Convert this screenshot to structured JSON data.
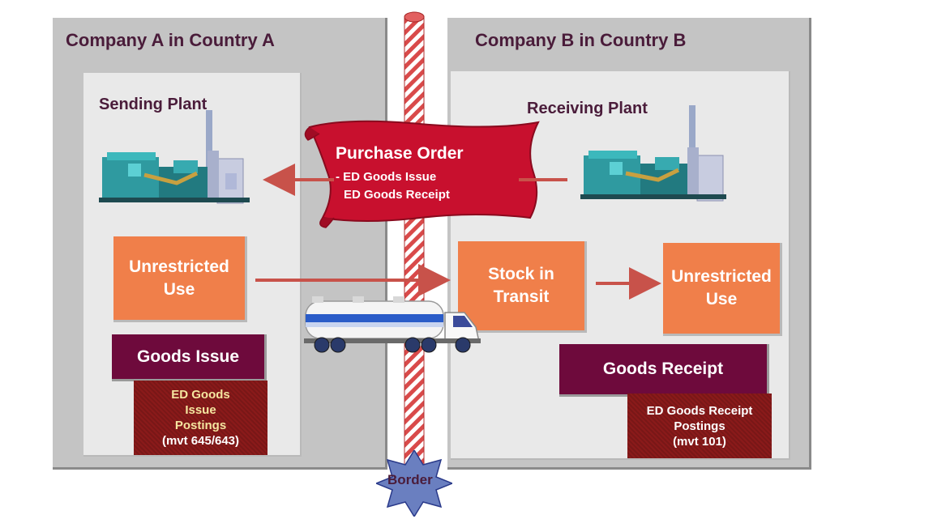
{
  "company_a": {
    "title": "Company A in Country A",
    "plant_label": "Sending Plant"
  },
  "company_b": {
    "title": "Company B in Country B",
    "plant_label": "Receiving Plant"
  },
  "purchase_order": {
    "title": "Purchase Order",
    "line1": "- ED Goods Issue",
    "line2": "ED Goods Receipt"
  },
  "sending_stock": {
    "line1": "Unrestricted",
    "line2": "Use"
  },
  "transit_stock": {
    "line1": "Stock in",
    "line2": "Transit"
  },
  "receiving_stock": {
    "line1": "Unrestricted",
    "line2": "Use"
  },
  "goods_issue": {
    "label": "Goods Issue",
    "posting_line1": "ED Goods",
    "posting_line2": "Issue",
    "posting_line3": "Postings",
    "posting_line4": "(mvt 645/643)"
  },
  "goods_receipt": {
    "label": "Goods Receipt",
    "posting_line1": "ED Goods Receipt",
    "posting_line2": "Postings",
    "posting_line3": "(mvt 101)"
  },
  "border": {
    "label": "Border"
  },
  "colors": {
    "company_bg": "#c4c4c4",
    "plant_bg": "#e9e9e9",
    "stock_orange": "#f07f4a",
    "goods_maroon": "#6e0a3c",
    "posting_red": "#8a1a1a",
    "arrow_red": "#c8524a",
    "po_red": "#c8102e",
    "border_blue": "#6a7fc0"
  },
  "icons": [
    "factory-icon",
    "truck-icon",
    "scroll-icon",
    "border-star-icon"
  ]
}
